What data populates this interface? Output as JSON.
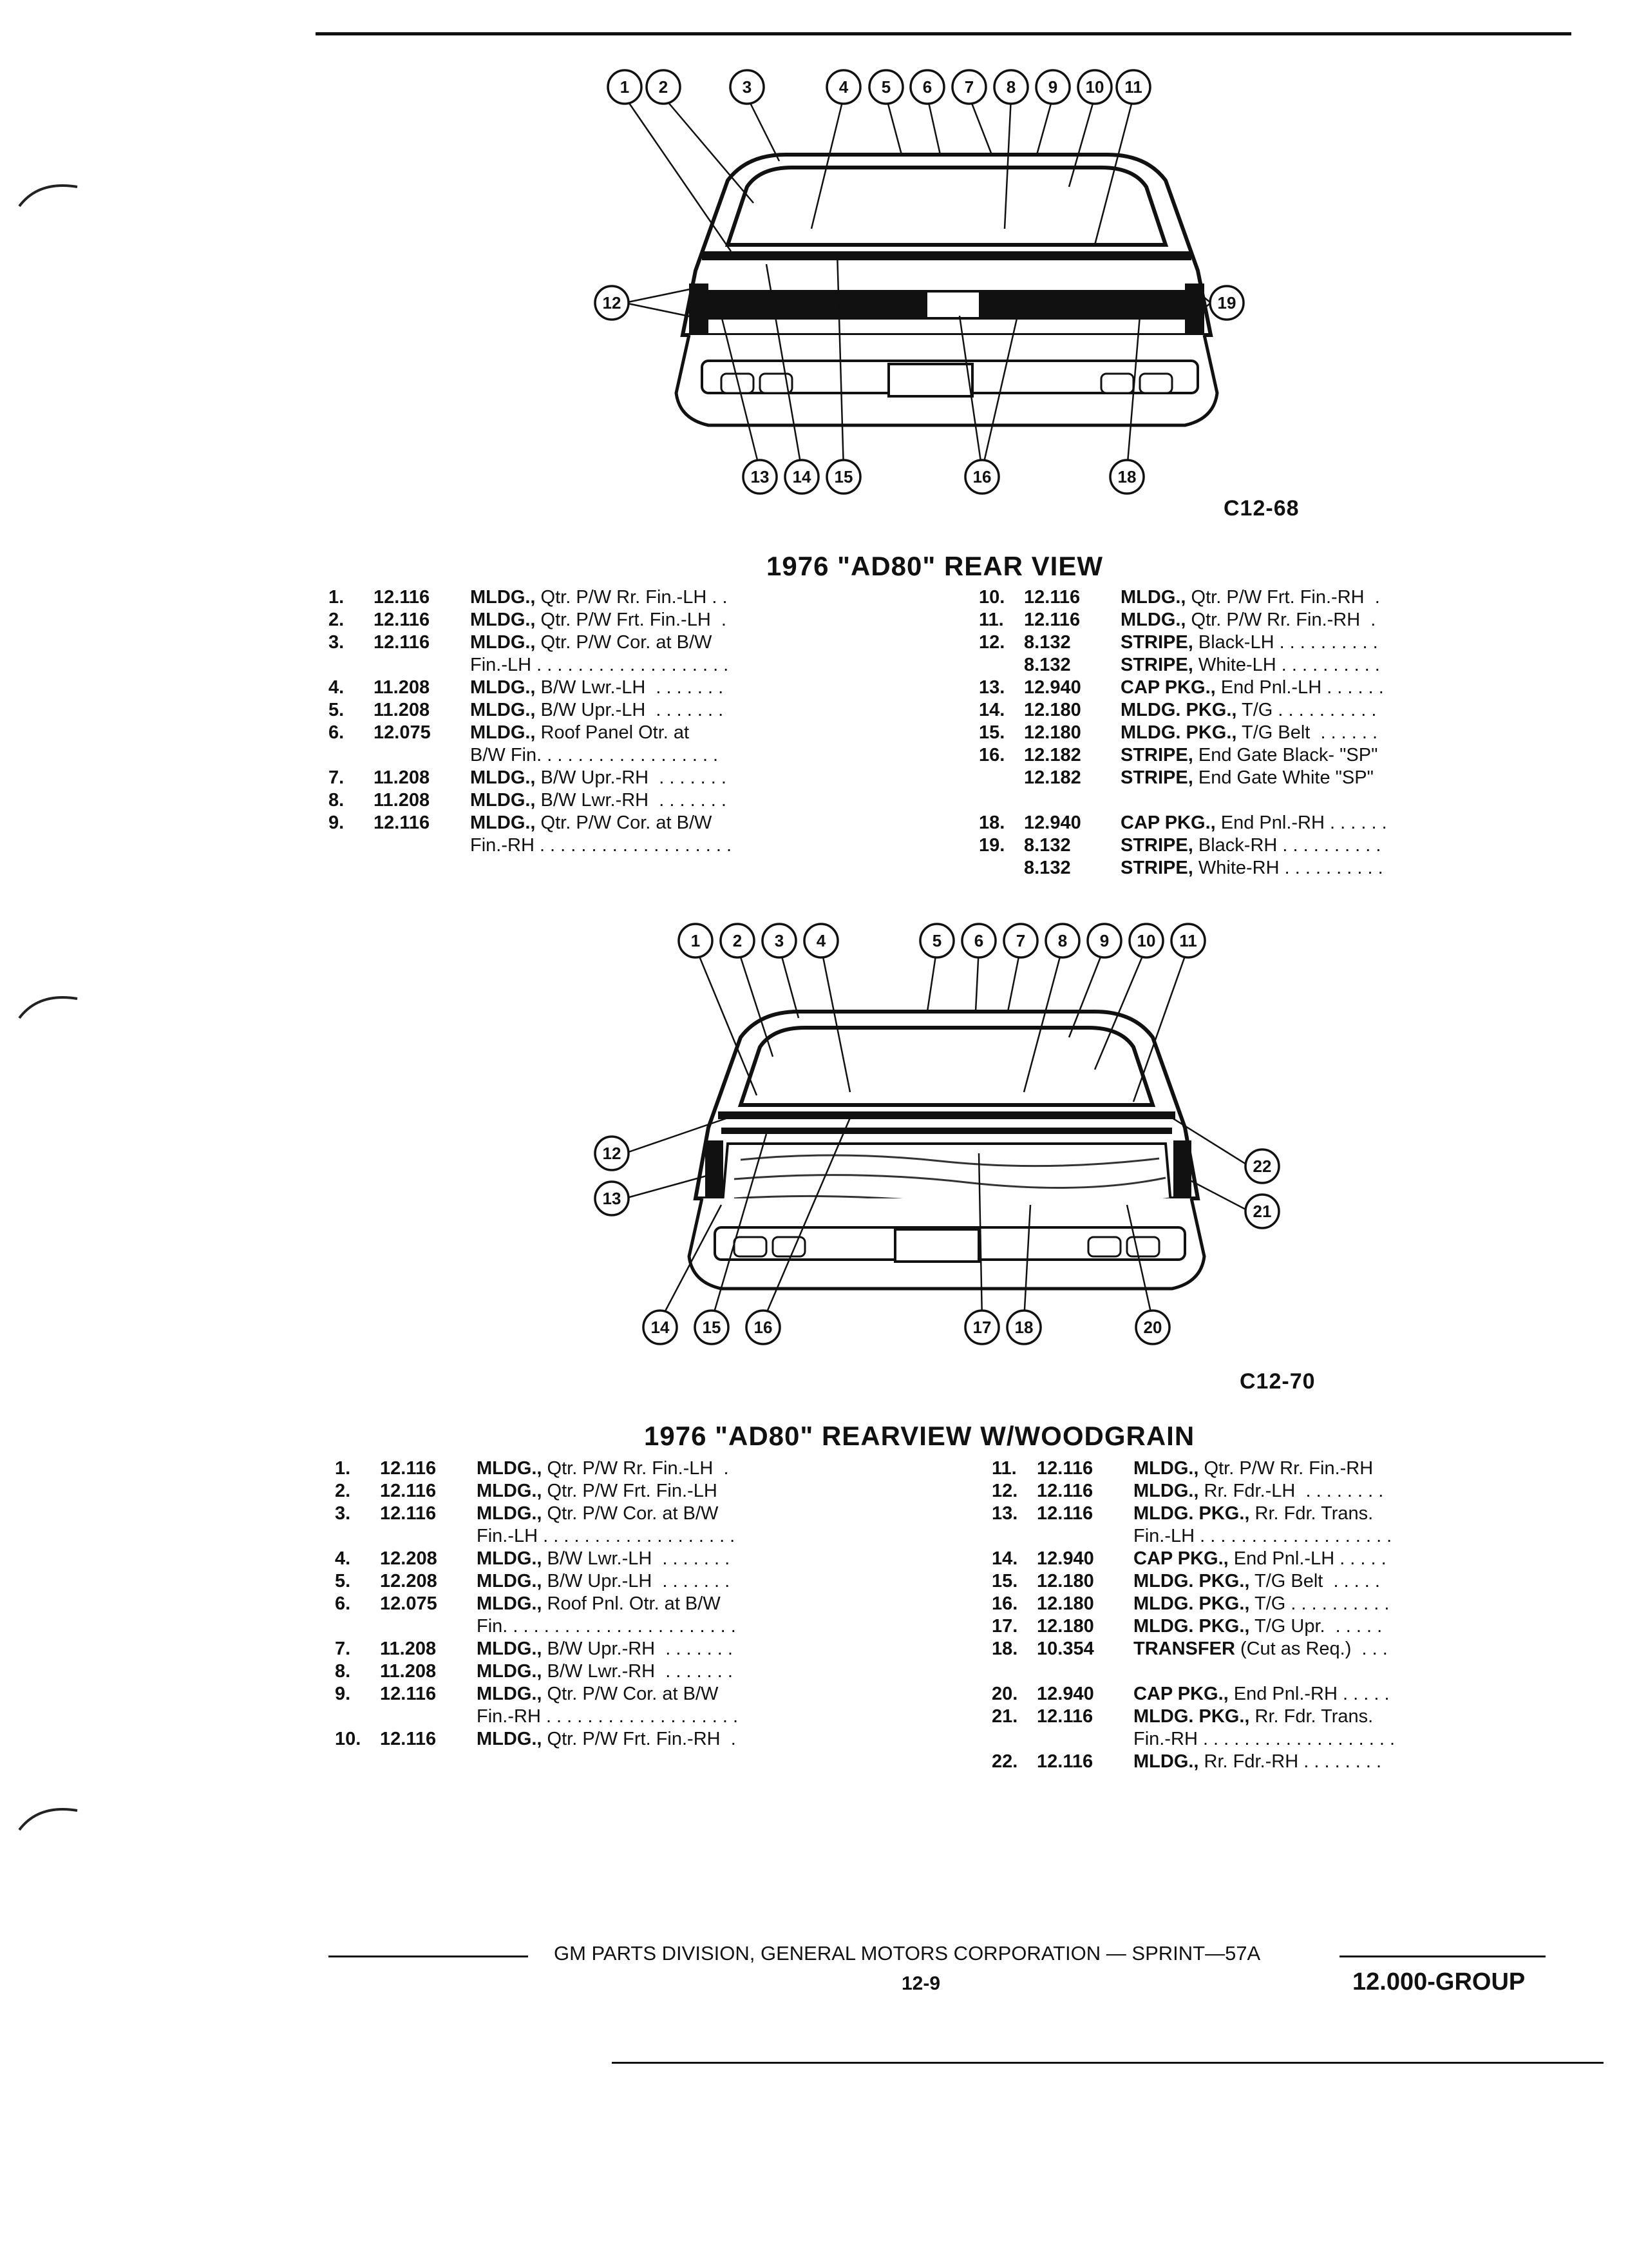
{
  "figure1": {
    "code": "C12-68",
    "title": "1976 \"AD80\" REAR VIEW",
    "callouts_top": [
      "1",
      "2",
      "3",
      "4",
      "5",
      "6",
      "7",
      "8",
      "9",
      "10",
      "11"
    ],
    "callouts_side_left": "12",
    "callouts_side_right": "19",
    "callouts_bottom": [
      "13",
      "14",
      "15",
      "16",
      "18"
    ],
    "badge": "SP"
  },
  "parts1_left": [
    {
      "num": "1.",
      "group": "12.116",
      "name": "MLDG.,",
      "detail": " Qtr. P/W Rr. Fin.-LH . ."
    },
    {
      "num": "2.",
      "group": "12.116",
      "name": "MLDG.,",
      "detail": " Qtr. P/W Frt. Fin.-LH  ."
    },
    {
      "num": "3.",
      "group": "12.116",
      "name": "MLDG.,",
      "detail": " Qtr. P/W Cor. at B/W"
    },
    {
      "num": "",
      "group": "",
      "name": "",
      "detail": "Fin.-LH . . . . . . . . . . . . . . . . . . ."
    },
    {
      "num": "4.",
      "group": "11.208",
      "name": "MLDG.,",
      "detail": " B/W Lwr.-LH  . . . . . . ."
    },
    {
      "num": "5.",
      "group": "11.208",
      "name": "MLDG.,",
      "detail": " B/W Upr.-LH  . . . . . . ."
    },
    {
      "num": "6.",
      "group": "12.075",
      "name": "MLDG.,",
      "detail": " Roof Panel Otr. at"
    },
    {
      "num": "",
      "group": "",
      "name": "",
      "detail": "B/W Fin. . . . . . . . . . . . . . . . . ."
    },
    {
      "num": "7.",
      "group": "11.208",
      "name": "MLDG.,",
      "detail": " B/W Upr.-RH  . . . . . . ."
    },
    {
      "num": "8.",
      "group": "11.208",
      "name": "MLDG.,",
      "detail": " B/W Lwr.-RH  . . . . . . ."
    },
    {
      "num": "9.",
      "group": "12.116",
      "name": "MLDG.,",
      "detail": " Qtr. P/W Cor. at B/W"
    },
    {
      "num": "",
      "group": "",
      "name": "",
      "detail": "Fin.-RH . . . . . . . . . . . . . . . . . . ."
    }
  ],
  "parts1_right": [
    {
      "num": "10.",
      "group": "12.116",
      "name": "MLDG.,",
      "detail": " Qtr. P/W Frt. Fin.-RH  ."
    },
    {
      "num": "11.",
      "group": "12.116",
      "name": "MLDG.,",
      "detail": " Qtr. P/W Rr. Fin.-RH  ."
    },
    {
      "num": "12.",
      "group": "8.132",
      "name": "STRIPE,",
      "detail": " Black-LH . . . . . . . . . ."
    },
    {
      "num": "",
      "group": "8.132",
      "name": "STRIPE,",
      "detail": " White-LH . . . . . . . . . ."
    },
    {
      "num": "13.",
      "group": "12.940",
      "name": "CAP PKG.,",
      "detail": " End Pnl.-LH . . . . . ."
    },
    {
      "num": "14.",
      "group": "12.180",
      "name": "MLDG. PKG.,",
      "detail": " T/G . . . . . . . . . ."
    },
    {
      "num": "15.",
      "group": "12.180",
      "name": "MLDG. PKG.,",
      "detail": " T/G Belt  . . . . . ."
    },
    {
      "num": "16.",
      "group": "12.182",
      "name": "STRIPE,",
      "detail": " End Gate Black- \"SP\""
    },
    {
      "num": "",
      "group": "12.182",
      "name": "STRIPE,",
      "detail": " End Gate White \"SP\""
    },
    {
      "num": "",
      "group": "",
      "name": "",
      "detail": " "
    },
    {
      "num": "18.",
      "group": "12.940",
      "name": "CAP PKG.,",
      "detail": " End Pnl.-RH . . . . . ."
    },
    {
      "num": "19.",
      "group": "8.132",
      "name": "STRIPE,",
      "detail": " Black-RH . . . . . . . . . ."
    },
    {
      "num": "",
      "group": "8.132",
      "name": "STRIPE,",
      "detail": " White-RH . . . . . . . . . ."
    }
  ],
  "figure2": {
    "code": "C12-70",
    "title": "1976 \"AD80\" REARVIEW W/WOODGRAIN",
    "callouts_top": [
      "1",
      "2",
      "3",
      "4",
      "5",
      "6",
      "7",
      "8",
      "9",
      "10",
      "11"
    ],
    "callouts_left": [
      "12",
      "13"
    ],
    "callouts_right": [
      "22",
      "21"
    ],
    "callouts_bottom": [
      "14",
      "15",
      "16",
      "17",
      "18",
      "20"
    ]
  },
  "parts2_left": [
    {
      "num": "1.",
      "group": "12.116",
      "name": "MLDG.,",
      "detail": " Qtr. P/W Rr. Fin.-LH  ."
    },
    {
      "num": "2.",
      "group": "12.116",
      "name": "MLDG.,",
      "detail": " Qtr. P/W Frt. Fin.-LH"
    },
    {
      "num": "3.",
      "group": "12.116",
      "name": "MLDG.,",
      "detail": " Qtr. P/W Cor. at B/W"
    },
    {
      "num": "",
      "group": "",
      "name": "",
      "detail": "Fin.-LH . . . . . . . . . . . . . . . . . . ."
    },
    {
      "num": "4.",
      "group": "12.208",
      "name": "MLDG.,",
      "detail": " B/W Lwr.-LH  . . . . . . ."
    },
    {
      "num": "5.",
      "group": "12.208",
      "name": "MLDG.,",
      "detail": " B/W Upr.-LH  . . . . . . ."
    },
    {
      "num": "6.",
      "group": "12.075",
      "name": "MLDG.,",
      "detail": " Roof Pnl. Otr. at B/W"
    },
    {
      "num": "",
      "group": "",
      "name": "",
      "detail": "Fin. . . . . . . . . . . . . . . . . . . . . . ."
    },
    {
      "num": "7.",
      "group": "11.208",
      "name": "MLDG.,",
      "detail": " B/W Upr.-RH  . . . . . . ."
    },
    {
      "num": "8.",
      "group": "11.208",
      "name": "MLDG.,",
      "detail": " B/W Lwr.-RH  . . . . . . ."
    },
    {
      "num": "9.",
      "group": "12.116",
      "name": "MLDG.,",
      "detail": " Qtr. P/W Cor. at B/W"
    },
    {
      "num": "",
      "group": "",
      "name": "",
      "detail": "Fin.-RH . . . . . . . . . . . . . . . . . . ."
    },
    {
      "num": "10.",
      "group": "12.116",
      "name": "MLDG.,",
      "detail": " Qtr. P/W Frt. Fin.-RH  ."
    }
  ],
  "parts2_right": [
    {
      "num": "11.",
      "group": "12.116",
      "name": "MLDG.,",
      "detail": " Qtr. P/W Rr. Fin.-RH"
    },
    {
      "num": "12.",
      "group": "12.116",
      "name": "MLDG.,",
      "detail": " Rr. Fdr.-LH  . . . . . . . ."
    },
    {
      "num": "13.",
      "group": "12.116",
      "name": "MLDG. PKG.,",
      "detail": " Rr. Fdr. Trans."
    },
    {
      "num": "",
      "group": "",
      "name": "",
      "detail": "Fin.-LH . . . . . . . . . . . . . . . . . . ."
    },
    {
      "num": "14.",
      "group": "12.940",
      "name": "CAP PKG.,",
      "detail": " End Pnl.-LH . . . . ."
    },
    {
      "num": "15.",
      "group": "12.180",
      "name": "MLDG. PKG.,",
      "detail": " T/G Belt  . . . . ."
    },
    {
      "num": "16.",
      "group": "12.180",
      "name": "MLDG. PKG.,",
      "detail": " T/G . . . . . . . . . ."
    },
    {
      "num": "17.",
      "group": "12.180",
      "name": "MLDG. PKG.,",
      "detail": " T/G Upr.  . . . . ."
    },
    {
      "num": "18.",
      "group": "10.354",
      "name": "TRANSFER",
      "detail": " (Cut as Req.)  . . ."
    },
    {
      "num": "",
      "group": "",
      "name": "",
      "detail": " "
    },
    {
      "num": "20.",
      "group": "12.940",
      "name": "CAP PKG.,",
      "detail": " End Pnl.-RH . . . . ."
    },
    {
      "num": "21.",
      "group": "12.116",
      "name": "MLDG. PKG.,",
      "detail": " Rr. Fdr. Trans."
    },
    {
      "num": "",
      "group": "",
      "name": "",
      "detail": "Fin.-RH . . . . . . . . . . . . . . . . . . ."
    },
    {
      "num": "22.",
      "group": "12.116",
      "name": "MLDG.,",
      "detail": " Rr. Fdr.-RH . . . . . . . ."
    }
  ],
  "footer": {
    "company": "GM PARTS DIVISION, GENERAL MOTORS CORPORATION — SPRINT—57A",
    "page": "12-9",
    "group": "12.000-GROUP"
  }
}
